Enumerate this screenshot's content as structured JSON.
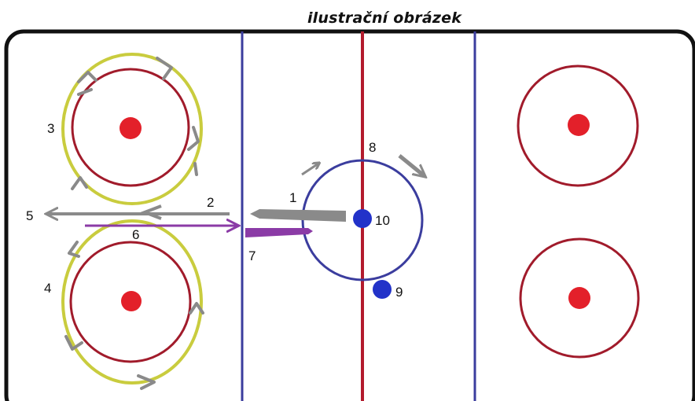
{
  "caption": "ilustrační obrázek",
  "labels": {
    "l1": "1",
    "l2": "2",
    "l3": "3",
    "l4": "4",
    "l5": "5",
    "l6": "6",
    "l7": "7",
    "l8": "8",
    "l9": "9",
    "l10": "10"
  },
  "colors": {
    "board": "#111111",
    "blue_line": "#3b3d9e",
    "red_line": "#b31b2d",
    "faceoff_circle": "#a11b2b",
    "faceoff_dot": "#e3202a",
    "center_circle": "#3b3d9e",
    "player_dot": "#2232c9",
    "skate_path": "#c9cc3e",
    "gray_arrow": "#8a8a8a",
    "purple_arrow": "#8b3ba6"
  }
}
